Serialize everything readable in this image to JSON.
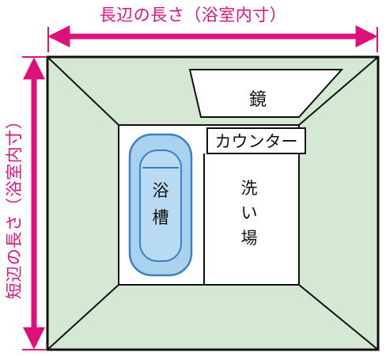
{
  "dimensions": {
    "long_side": "長辺の長さ（浴室内寸）",
    "short_side": "短辺の長さ（浴室内寸）"
  },
  "room": {
    "mirror": "鏡",
    "counter": "カウンター",
    "bathtub": [
      "浴",
      "槽"
    ],
    "washing_area": [
      "洗",
      "い",
      "場"
    ]
  },
  "colors": {
    "accent": "#e0107a",
    "floor": "#d5e8d4",
    "tub_fill": "#a9d2ef",
    "tub_stroke": "#3d7fc2",
    "outline": "#111111"
  }
}
